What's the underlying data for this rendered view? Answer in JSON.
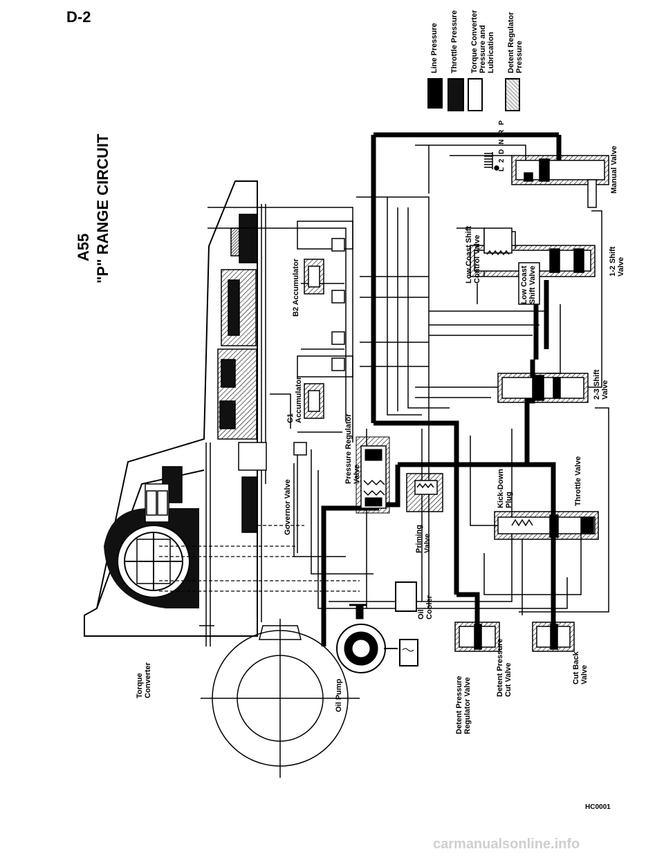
{
  "page": {
    "code": "D-2",
    "model": "A55",
    "title": "\"P\" RANGE CIRCUIT",
    "figure_id": "HC0001",
    "watermark": "carmanualsonline.info"
  },
  "legend": [
    {
      "label": "Line Pressure",
      "swatch": "solid"
    },
    {
      "label": "Throttle Pressure",
      "swatch": "solid-outline"
    },
    {
      "label": "Torque Converter\nPressure and\nLubrication",
      "swatch": "open"
    },
    {
      "label": "Detent Regulator\nPressure",
      "swatch": "stipple"
    }
  ],
  "positions": [
    "L",
    "2",
    "D",
    "N",
    "R",
    "P"
  ],
  "labels": {
    "torque_converter": "Torque\nConverter",
    "oil_pump": "Oil Pump",
    "oil_cooler": "Oil\nCooler",
    "governor_valve": "Governor Valve",
    "detent_pressure_regulator_valve": "Detent Pressure\nRegulator Valve",
    "detent_pressure_cut_valve": "Detent Pressure\nCut Valve",
    "cut_back_valve": "Cut Back\nValve",
    "priming_valve": "Priming\nValve",
    "kick_down_plug": "Kick-Down\nPlug",
    "throttle_valve": "Throttle Valve",
    "pressure_regulator_valve": "Pressure Regulator\nValve",
    "c1_accumulator": "C1\nAccumulator",
    "b2_accumulator": "B2 Accumulator",
    "shift_2_3_valve": "2-3 Shift\nValve",
    "shift_1_2_valve": "1-2 Shift\nValve",
    "low_coast_shift_control_valve": "Low Coast Shift\nControl Valve",
    "low_coast_shift_valve": "Low Coast\nShift Valve",
    "manual_valve": "Manual Valve"
  },
  "colors": {
    "line_pressure": "#000000",
    "background": "#ffffff"
  }
}
